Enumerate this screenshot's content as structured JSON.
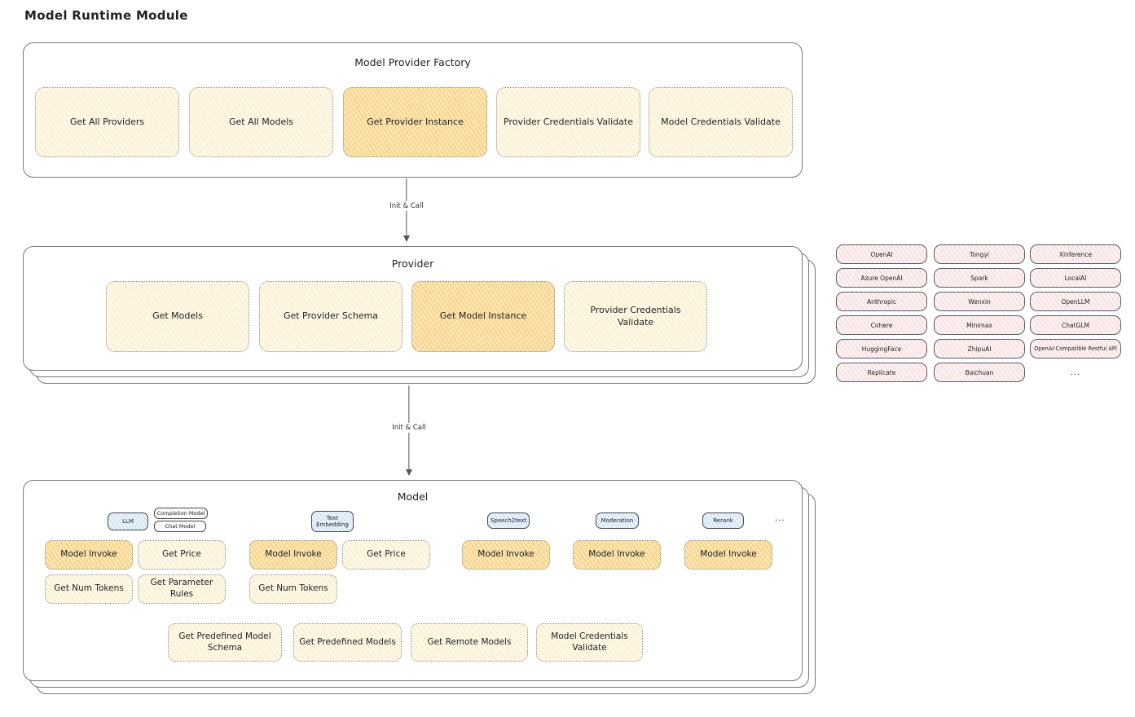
{
  "title": "Model Runtime Module",
  "factory": {
    "label": "Model Provider Factory",
    "buttons": [
      "Get All Providers",
      "Get All Models",
      "Get Provider Instance",
      "Provider Credentials Validate",
      "Model Credentials Validate"
    ]
  },
  "arrows": {
    "label1": "Init & Call",
    "label2": "Init & Call"
  },
  "provider": {
    "label": "Provider",
    "buttons": [
      "Get Models",
      "Get Provider Schema",
      "Get Model Instance",
      "Provider Credentials Validate"
    ]
  },
  "provider_list": {
    "columns": [
      [
        "OpenAI",
        "Azure OpenAI",
        "Anthropic",
        "Cohere",
        "HuggingFace",
        "Replicate"
      ],
      [
        "Tongyi",
        "Spark",
        "Wenxin",
        "Minimax",
        "ZhipuAI",
        "Baichuan"
      ],
      [
        "Xinference",
        "LocalAI",
        "OpenLLM",
        "ChatGLM",
        "OpenAI-Compatible Restful API"
      ]
    ],
    "more": "..."
  },
  "model": {
    "label": "Model",
    "tabs": {
      "llm": "LLM",
      "completion_model": "Completion Model",
      "chat_model": "Chat Model",
      "text_embedding": "Text Embedding",
      "speech2text": "Speech2text",
      "moderation": "Moderation",
      "rerank": "Rerank",
      "more": "..."
    },
    "actions": {
      "model_invoke": "Model Invoke",
      "get_price": "Get Price",
      "get_num_tokens": "Get Num Tokens",
      "get_parameter_rules": "Get Parameter Rules",
      "get_predefined_model_schema": "Get Predefined Model Schema",
      "get_predefined_models": "Get Predefined Models",
      "get_remote_models": "Get Remote Models",
      "model_credentials_validate": "Model Credentials Validate"
    }
  },
  "colors": {
    "accent_yellow": "#fdf8e7",
    "accent_orange": "#fbe9bd",
    "accent_blue": "#eaf3fb",
    "accent_pink": "#fdf2f2",
    "border_gray": "#75787d",
    "ink": "#212226"
  }
}
